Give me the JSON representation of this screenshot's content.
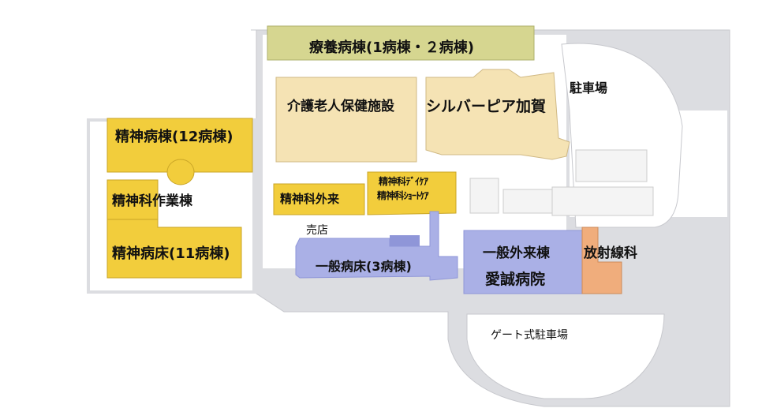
{
  "labels": {
    "ryoyo": "療養病棟(1病棟・２病棟)",
    "kaigo": "介護老人保健施設",
    "silver": "シルバーピア加賀",
    "parking": "駐車場",
    "ward12": "精神病棟(12病棟)",
    "works": "精神科作業棟",
    "ward11": "精神病床(11病棟)",
    "outpatient": "精神科外来",
    "daycare": "精神科ﾃﾞｲｹｱ",
    "shortcare": "精神科ｼｮｰﾄｹｱ",
    "shop": "売店",
    "general_ward": "一般病床(3病棟)",
    "general_outpatient": "一般外来棟",
    "aisei": "愛誠病院",
    "radiology": "放射線科",
    "gate_parking": "ゲート式駐車場"
  },
  "colors": {
    "road": "#dcdde1",
    "road_edge": "#c7c8cd",
    "ryoyo": "#d6d690",
    "cream": "#f5e3b4",
    "psych": "#f2cd3c",
    "psych_edge": "#c9a526",
    "blue": "#aab0e6",
    "blue_dark": "#8f96d8",
    "orange": "#f0ad7c",
    "white_bldg": "#f4f4f4",
    "shop": "#e7a1a1"
  }
}
